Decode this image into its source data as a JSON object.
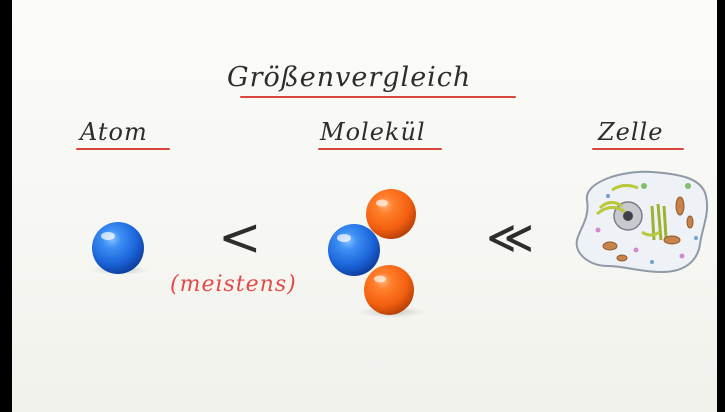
{
  "title": "Größenvergleich",
  "labels": {
    "atom": "Atom",
    "molecule": "Molekül",
    "cell": "Zelle"
  },
  "qualifier": "(meistens)",
  "comparison": {
    "atom_vs_molecule": "<",
    "molecule_vs_cell": "≪"
  },
  "colors": {
    "atom_blue": "#1e6fe0",
    "oxygen_orange": "#ff6a12",
    "underline_red": "#d9463c",
    "annotation_red": "#e24a4a",
    "cell_green": "#b9c83c"
  }
}
